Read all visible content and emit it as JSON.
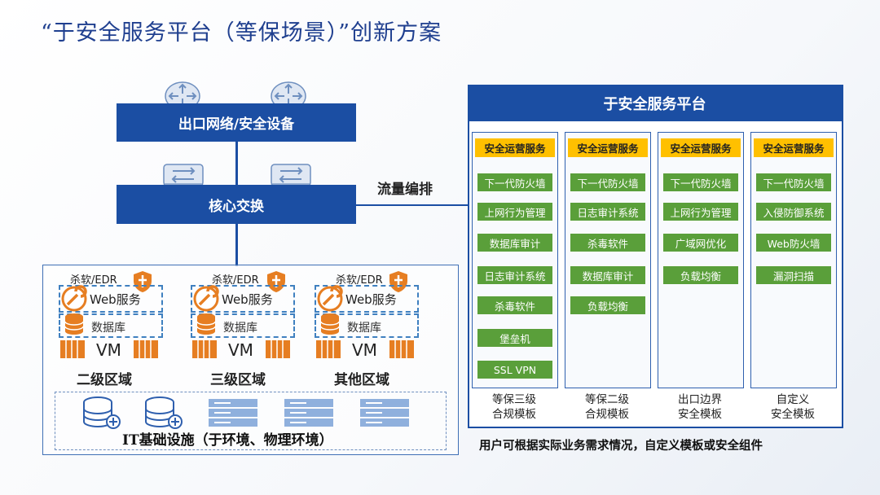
{
  "title": "“于安全服务平台（等保场景）”创新方案",
  "egress": {
    "label": "出口网络/安全设备"
  },
  "core": {
    "label": "核心交换"
  },
  "flow_label": "流量编排",
  "zones": [
    {
      "name": "二级区域",
      "edr": "杀软/EDR",
      "web": "Web服务",
      "db": "数据库",
      "vm": "VM"
    },
    {
      "name": "三级区域",
      "edr": "杀软/EDR",
      "web": "Web服务",
      "db": "数据库",
      "vm": "VM"
    },
    {
      "name": "其他区域",
      "edr": "杀软/EDR",
      "web": "Web服务",
      "db": "数据库",
      "vm": "VM"
    }
  ],
  "infra": {
    "label": "IT基础设施（于环境、物理环境）"
  },
  "platform": {
    "title": "于安全服务平台",
    "columns": [
      {
        "ops": "安全运营服务",
        "items": [
          "下一代防火墙",
          "上网行为管理",
          "数据库审计",
          "日志审计系统",
          "杀毒软件",
          "堡垒机",
          "SSL VPN"
        ],
        "template": [
          "等保三级",
          "合规模板"
        ]
      },
      {
        "ops": "安全运营服务",
        "items": [
          "下一代防火墙",
          "日志审计系统",
          "杀毒软件",
          "数据库审计",
          "负载均衡"
        ],
        "template": [
          "等保二级",
          "合规模板"
        ]
      },
      {
        "ops": "安全运营服务",
        "items": [
          "下一代防火墙",
          "上网行为管理",
          "广域网优化",
          "负载均衡"
        ],
        "template": [
          "出口边界",
          "安全模板"
        ]
      },
      {
        "ops": "安全运营服务",
        "items": [
          "下一代防火墙",
          "入侵防御系统",
          "Web防火墙",
          "漏洞扫描"
        ],
        "template": [
          "自定义",
          "安全模板"
        ]
      }
    ],
    "note": "用户可根据实际业务需求情况，自定义模板或安全组件"
  },
  "colors": {
    "primary": "#1b4ea3",
    "ops": "#ffc000",
    "component": "#5a9f3a",
    "accent": "#e67e22"
  }
}
